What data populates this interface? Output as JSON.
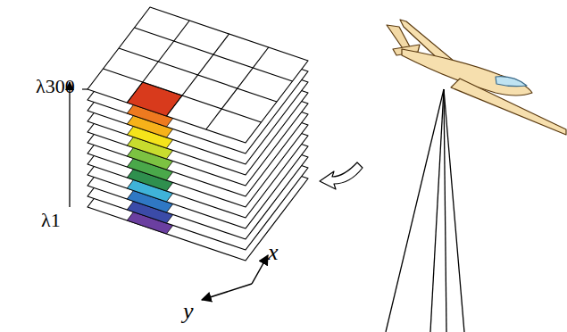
{
  "diagram": {
    "labels": [
      "λ300",
      "λ1",
      "x",
      "y"
    ]
  }
}
